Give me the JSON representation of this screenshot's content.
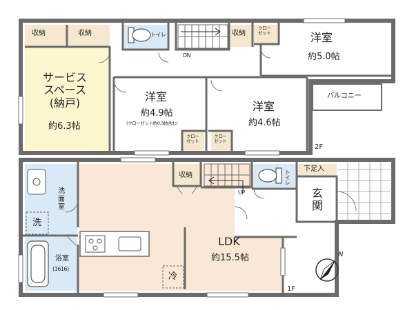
{
  "floor2": {
    "floor_label": "2F",
    "storage_left_1": "収納",
    "storage_left_2": "収納",
    "toilet": "トイレ",
    "stair_dir": "DN",
    "storage_mid": "収納",
    "closet_top": [
      "クロー",
      "ゼット"
    ],
    "room_ne": {
      "name": "洋室",
      "size": "約5.0帖"
    },
    "balcony": "バルコニー",
    "service_space": {
      "line1": "サービス",
      "line2": "スペース",
      "line3": "(納戸)",
      "size": "約6.3帖"
    },
    "room_center": {
      "name": "洋室",
      "size": "約4.9帖",
      "note": "(クローゼット約0.3帖含む)"
    },
    "room_east": {
      "name": "洋室",
      "size": "約4.6帖"
    },
    "closet_a": [
      "クロー",
      "ゼット"
    ],
    "closet_b": [
      "クロー",
      "ゼット"
    ]
  },
  "floor1": {
    "floor_label": "1F",
    "washroom": [
      "洗",
      "面",
      "室"
    ],
    "washer": "洗",
    "bathroom": {
      "name": "浴室",
      "size": "(1616)"
    },
    "storage": "収納",
    "stair_dir": "UP",
    "toilet": "トイレ",
    "shoe_storage": "下足入",
    "entrance": [
      "玄",
      "関"
    ],
    "ldk": {
      "name": "LDK",
      "size": "約15.5帖"
    },
    "fridge": "冷"
  },
  "compass": "N",
  "colors": {
    "wall": "#6b6b6b",
    "service_space": "#fdf6cf",
    "ldk_floor": "#fae8d6",
    "utility_blue": "#d9eaf6",
    "grid_tile": "#9a9a9a"
  }
}
